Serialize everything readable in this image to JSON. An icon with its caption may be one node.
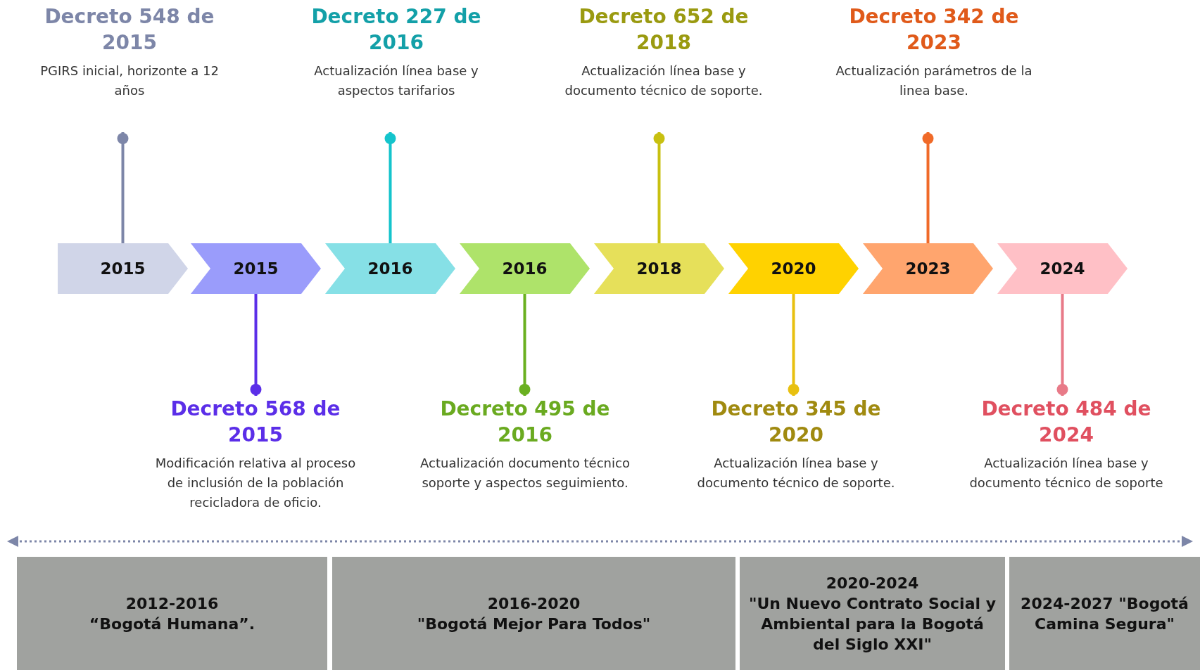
{
  "diagram": {
    "nodes": [
      {
        "text": [
          "2015"
        ]
      },
      {
        "text": [
          "2015"
        ]
      },
      {
        "text": [
          "2016"
        ]
      },
      {
        "text": [
          "2016"
        ]
      },
      {
        "text": [
          "2018"
        ]
      },
      {
        "text": [
          "2020"
        ]
      },
      {
        "text": [
          "2023"
        ]
      },
      {
        "text": [
          "2024"
        ]
      },
      {
        "text": [
          "Decreto 548 de 2015",
          "PGIRS inicial, horizonte a 12 años"
        ]
      },
      {
        "text": [
          "Decreto 227 de 2016",
          "Actualización línea base y aspectos tarifarios"
        ]
      },
      {
        "text": [
          "Decreto 652 de 2018",
          "Actualización línea base y documento técnico de soporte."
        ]
      },
      {
        "text": [
          "Decreto 342 de 2023",
          "Actualización parámetros de la linea base."
        ]
      },
      {
        "text": [
          "Decreto 568 de 2015",
          "Modificación relativa al proceso de inclusión de la población recicladora de oficio."
        ]
      },
      {
        "text": [
          "Decreto 495 de 2016",
          "Actualización documento técnico soporte y aspectos seguimiento."
        ]
      },
      {
        "text": [
          "Decreto 345 de 2020",
          "Actualización línea base y documento técnico de soporte."
        ]
      },
      {
        "text": [
          "Decreto 484 de 2024",
          "Actualización línea base y documento técnico de soporte"
        ]
      },
      {
        "text": [
          "2012-2016",
          "“Bogotá Humana”."
        ]
      },
      {
        "text": [
          "2016-2020",
          "\"Bogotá Mejor Para Todos\""
        ]
      },
      {
        "text": [
          "2020-2024",
          "\"Un Nuevo Contrato Social y Ambiental para la Bogotá del Siglo XXI\""
        ]
      },
      {
        "text": [
          "2024-2027 \"Bogotá Camina Segura\""
        ]
      }
    ],
    "edges": [
      {
        "from": 8,
        "to": 0,
        "arrow": "other",
        "color": "#7d86a8"
      },
      {
        "from": 9,
        "to": 2,
        "arrow": "other",
        "color": "#14c4cc"
      },
      {
        "from": 10,
        "to": 4,
        "arrow": "other",
        "color": "#c8c010"
      },
      {
        "from": 11,
        "to": 6,
        "arrow": "other",
        "color": "#f06a28"
      },
      {
        "from": 12,
        "to": 1,
        "arrow": "other",
        "color": "#5b2ee8"
      },
      {
        "from": 13,
        "to": 3,
        "arrow": "other",
        "color": "#6ab020"
      },
      {
        "from": 14,
        "to": 5,
        "arrow": "other",
        "color": "#e8c010"
      },
      {
        "from": 15,
        "to": 7,
        "arrow": "other",
        "color": "#e87a88"
      }
    ]
  }
}
